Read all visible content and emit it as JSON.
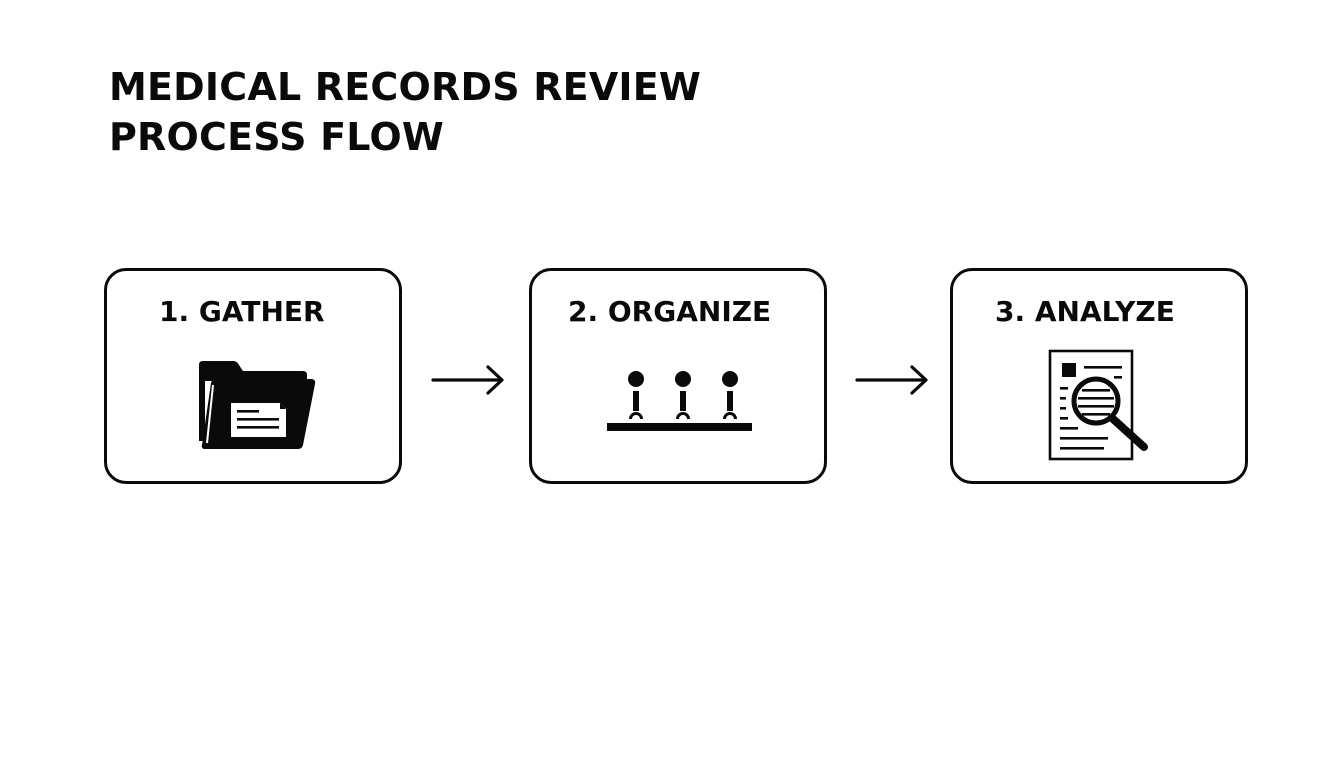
{
  "diagram": {
    "title_lines": [
      "MEDICAL RECORDS REVIEW",
      "PROCESS FLOW"
    ],
    "colors": {
      "ink": "#0a0a0a",
      "background": "#ffffff"
    },
    "steps": [
      {
        "number": 1,
        "label": "1. GATHER",
        "icon": "folder-with-document-icon"
      },
      {
        "number": 2,
        "label": "2. ORGANIZE",
        "icon": "sorting-pins-on-shelf-icon"
      },
      {
        "number": 3,
        "label": "3. ANALYZE",
        "icon": "document-magnifier-icon"
      }
    ],
    "connectors": [
      {
        "from": 1,
        "to": 2,
        "icon": "arrow-right-icon"
      },
      {
        "from": 2,
        "to": 3,
        "icon": "arrow-right-icon"
      }
    ]
  }
}
